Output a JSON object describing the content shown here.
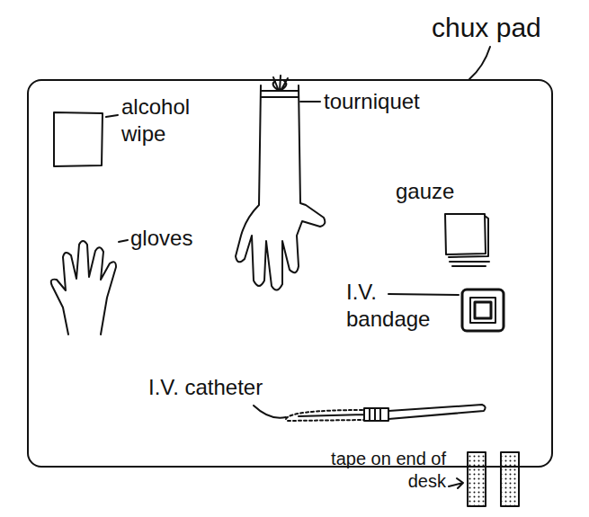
{
  "diagram": {
    "nodes": [
      {
        "text": [
          "chux pad"
        ]
      }
    ],
    "labels": [
      "alcohol wipe",
      "tourniquet",
      "gauze",
      "gloves",
      "I.V. bandage",
      "I.V. catheter",
      "tape on end of desk"
    ]
  }
}
